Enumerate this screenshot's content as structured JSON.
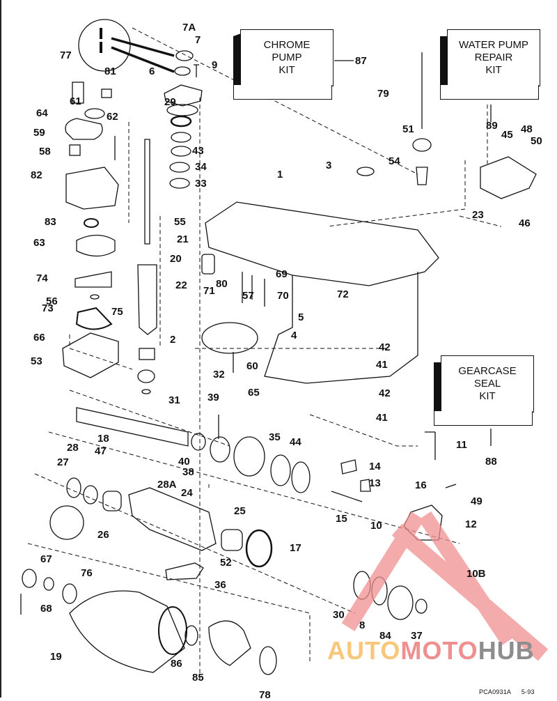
{
  "diagram": {
    "title": "Gearcase exploded parts diagram",
    "kits": [
      {
        "id": "chrome",
        "lines": [
          "CHROME",
          "PUMP",
          "KIT"
        ],
        "ref": "87"
      },
      {
        "id": "water",
        "lines": [
          "WATER PUMP",
          "REPAIR",
          "KIT"
        ],
        "ref": "89"
      },
      {
        "id": "gearcase",
        "lines": [
          "GEARCASE",
          "SEAL",
          "KIT"
        ],
        "ref": "88"
      }
    ],
    "callouts": [
      "7A",
      "7",
      "9",
      "87",
      "77",
      "81",
      "6",
      "79",
      "89",
      "61",
      "62",
      "64",
      "59",
      "29",
      "43",
      "51",
      "48",
      "50",
      "45",
      "58",
      "3",
      "34",
      "82",
      "33",
      "54",
      "1",
      "23",
      "46",
      "55",
      "83",
      "63",
      "21",
      "20",
      "69",
      "80",
      "74",
      "22",
      "71",
      "72",
      "57",
      "70",
      "56",
      "73",
      "75",
      "5",
      "66",
      "4",
      "42",
      "41",
      "60",
      "53",
      "2",
      "32",
      "65",
      "31",
      "42",
      "41",
      "39",
      "18",
      "11",
      "88",
      "40",
      "28",
      "35",
      "44",
      "47",
      "14",
      "27",
      "28A",
      "38",
      "13",
      "16",
      "24",
      "49",
      "15",
      "10",
      "12",
      "25",
      "26",
      "17",
      "52",
      "10B",
      "67",
      "76",
      "36",
      "68",
      "30",
      "8",
      "84",
      "37",
      "19",
      "86",
      "85",
      "78"
    ],
    "footer": {
      "code": "PCA0931A",
      "page": "5-93"
    },
    "watermark": {
      "part1": "AUTO",
      "part2": "MOTO",
      "part3": "HUB"
    },
    "colors": {
      "line": "#111111",
      "watermark_red": "#f08f8f",
      "watermark_orange": "#f8c77a",
      "watermark_gray": "#8d8d8d"
    }
  }
}
